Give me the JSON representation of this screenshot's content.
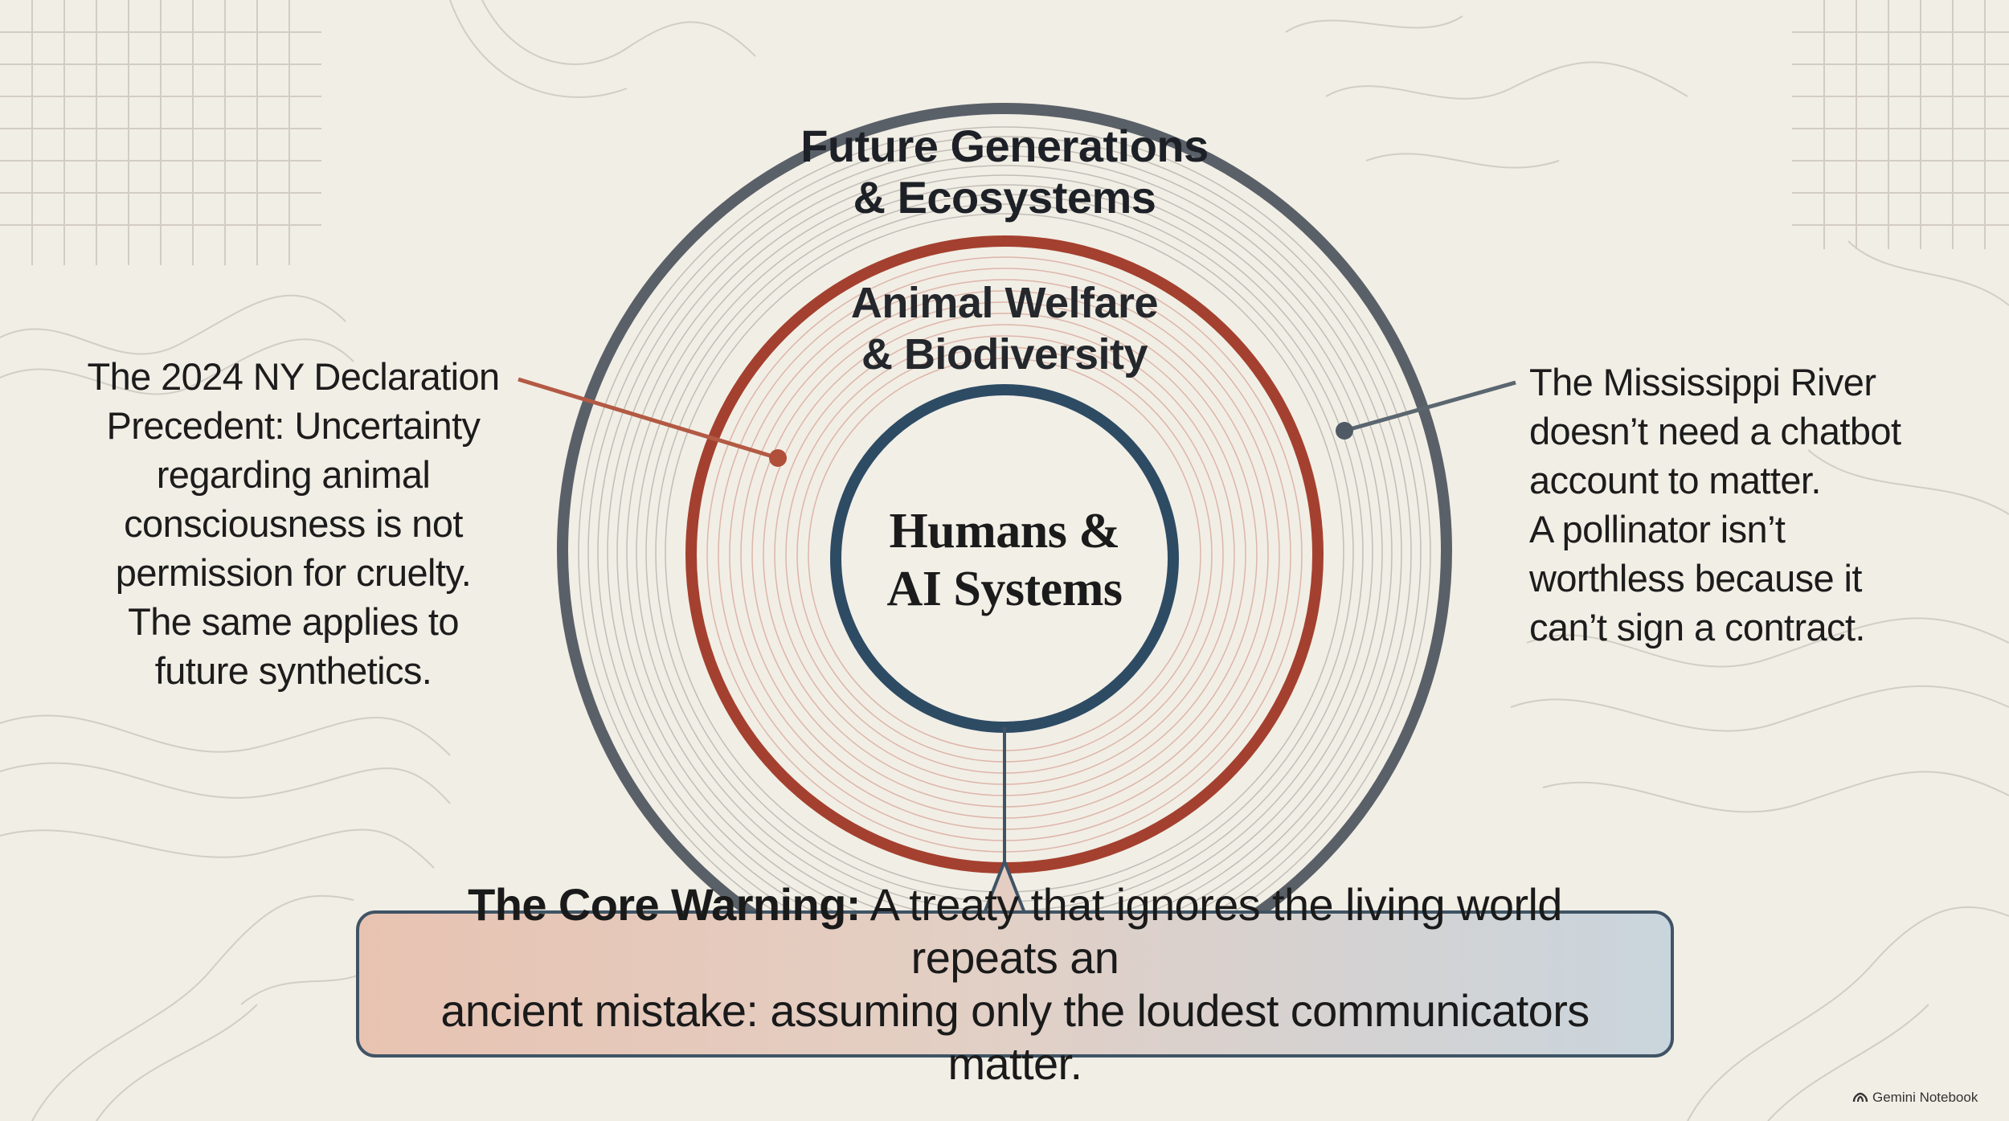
{
  "diagram": {
    "rings": {
      "outer": {
        "line1": "Future Generations",
        "line2": "& Ecosystems",
        "color": "#5a6068"
      },
      "middle": {
        "line1": "Animal Welfare",
        "line2": "& Biodiversity",
        "color": "#a4402f"
      },
      "center": {
        "line1": "Humans &",
        "line2": "AI Systems",
        "color": "#2e4b64"
      }
    },
    "left_note": [
      "The 2024 NY Declaration",
      "Precedent: Uncertainty",
      "regarding animal",
      "consciousness is not",
      "permission for cruelty.",
      "The same applies to",
      "future synthetics."
    ],
    "right_note": [
      "The Mississippi River",
      "doesn’t need a chatbot",
      "account to matter.",
      "A pollinator isn’t",
      "worthless because it",
      "can’t sign a contract."
    ],
    "warning": {
      "title": "The Core Warning:",
      "line1": " A treaty that ignores the living world repeats an",
      "line2": "ancient mistake: assuming only the loudest communicators matter."
    }
  },
  "watermark": {
    "text": "Gemini Notebook",
    "icon": "gemini-notebook-icon"
  }
}
